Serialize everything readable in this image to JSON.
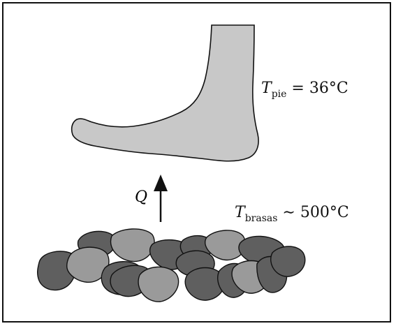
{
  "labels": {
    "foot_temp_symbol": "T",
    "foot_temp_sub": "pie",
    "foot_temp_value": "= 36°C",
    "embers_temp_symbol": "T",
    "embers_temp_sub": "brasas",
    "embers_temp_value": "∼ 500°C",
    "heat_symbol": "Q"
  },
  "colors": {
    "foot_fill": "#c8c8c8",
    "stone_dark": "#5f5f5f",
    "stone_light": "#9a9a9a",
    "outline": "#111111"
  }
}
